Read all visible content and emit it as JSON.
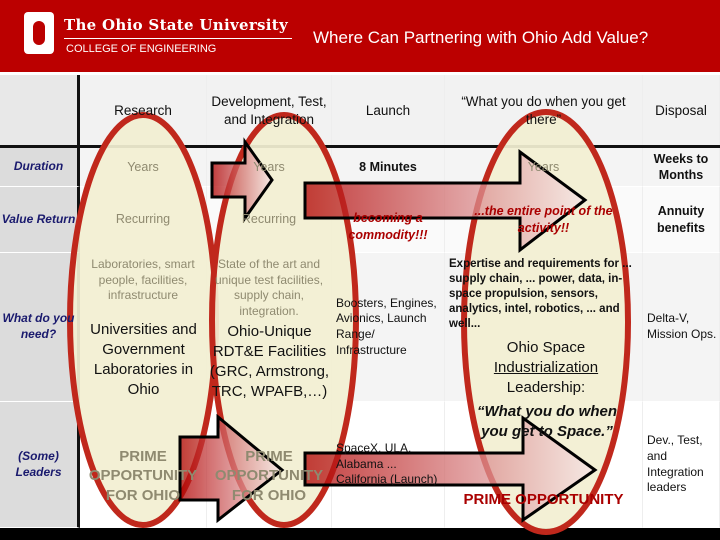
{
  "header": {
    "university": "The Ohio State University",
    "college": "COLLEGE OF ENGINEERING",
    "title": "Where Can Partnering with Ohio Add Value?"
  },
  "columns": [
    "Research",
    "Development, Test, and Integration",
    "Launch",
    "“What you do when you get there”",
    "Disposal"
  ],
  "rows": [
    {
      "label": "Duration",
      "cells": [
        "Years",
        "Years",
        "8 Minutes",
        "Years",
        "Weeks to Months"
      ]
    },
    {
      "label": "Value Return",
      "cells": [
        "Recurring",
        "Recurring",
        "becoming a commodity!!!",
        "...the entire point of the activity!!",
        "Annuity benefits"
      ]
    },
    {
      "label": "What do you need?",
      "cells": [
        "Laboratories, smart people, facilities, infrastructure",
        "State of the art and unique test facilities, supply chain, integration.",
        "Boosters, Engines, Avionics, Launch Range/ Infrastructure",
        "Expertise and requirements for ... supply chain, ... power, data, in-space propulsion, sensors, analytics, intel, robotics, ... and well...",
        "Delta-V, Mission Ops."
      ]
    },
    {
      "label": "(Some) Leaders",
      "cells": [
        "PRIME OPPORTUNITY FOR OHIO",
        "PRIME OPPORTUNITY FOR OHIO",
        "SpaceX, ULA, Alabama ... California (Launch)",
        "PRIME OPPORTUNITY",
        "Dev., Test, and Integration leaders"
      ]
    }
  ],
  "callouts": {
    "left": "Universities and Government Laboratories in Ohio",
    "middle": "Ohio-Unique RDT&E Facilities (GRC, Armstrong, TRC, WPAFB,…)",
    "right_title": "Ohio Space",
    "right_underlined": "Industrialization",
    "right_sub": "Leadership:",
    "right_quote": "“What you do when you get to Space.”"
  },
  "colors": {
    "brand": "#bb0000",
    "oval_fill": "#f2efd2",
    "oval_stroke": "#c0281c"
  }
}
